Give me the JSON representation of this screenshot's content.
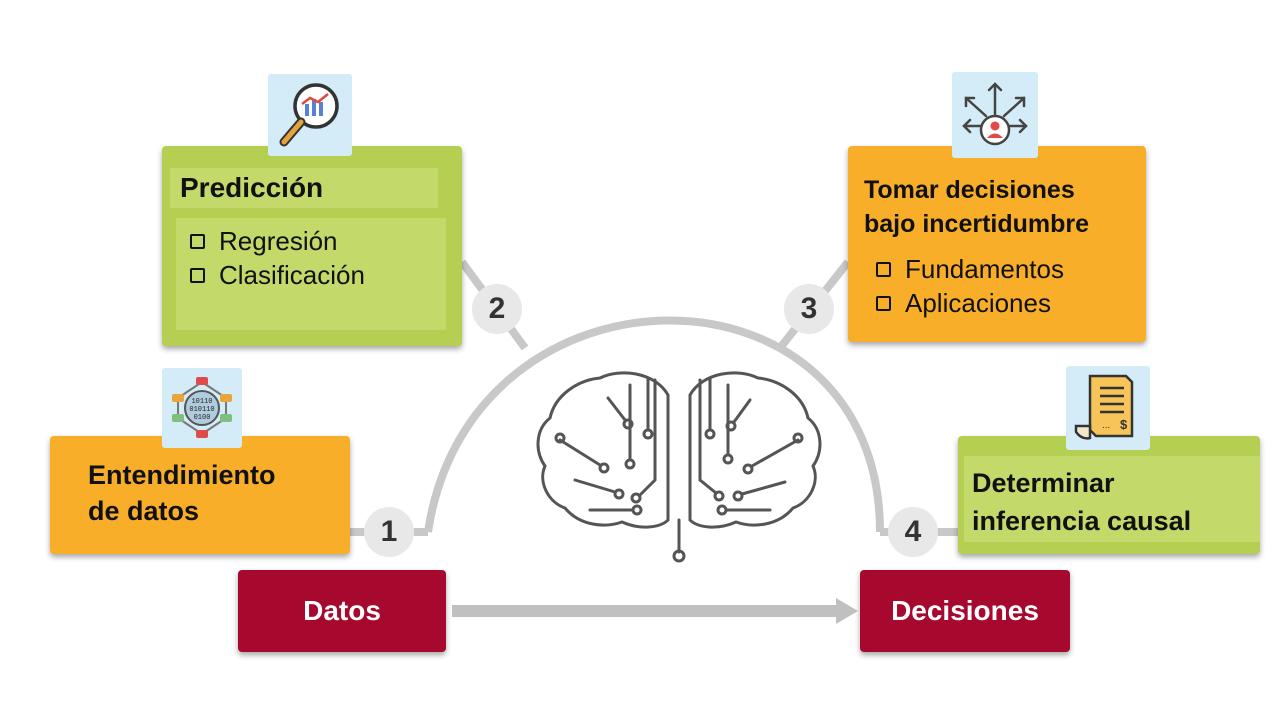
{
  "steps": {
    "s1": {
      "number": "1",
      "title_line1": "Entendimiento",
      "title_line2": "de datos"
    },
    "s2": {
      "number": "2",
      "title": "Predicción",
      "items": [
        "Regresión",
        "Clasificación"
      ]
    },
    "s3": {
      "number": "3",
      "title_line1": "Tomar decisiones",
      "title_line2": "bajo incertidumbre",
      "items": [
        "Fundamentos",
        "Aplicaciones"
      ]
    },
    "s4": {
      "number": "4",
      "title_line1": "Determinar",
      "title_line2": "inferencia causal"
    }
  },
  "flow": {
    "start_label": "Datos",
    "end_label": "Decisiones"
  },
  "icons": {
    "s1": "binary-data-network-icon",
    "s2": "magnifier-chart-icon",
    "s3": "decision-arrows-person-icon",
    "s4": "invoice-document-icon",
    "center": "circuit-brain-icon"
  },
  "binary_icon_text": [
    "10110",
    "010110",
    "0100"
  ],
  "colors": {
    "green": "#b5cf52",
    "orange": "#f9ae2a",
    "maroon": "#a6082e",
    "arc": "#c8c8c8",
    "icon_bg": "#d4ecf7"
  }
}
